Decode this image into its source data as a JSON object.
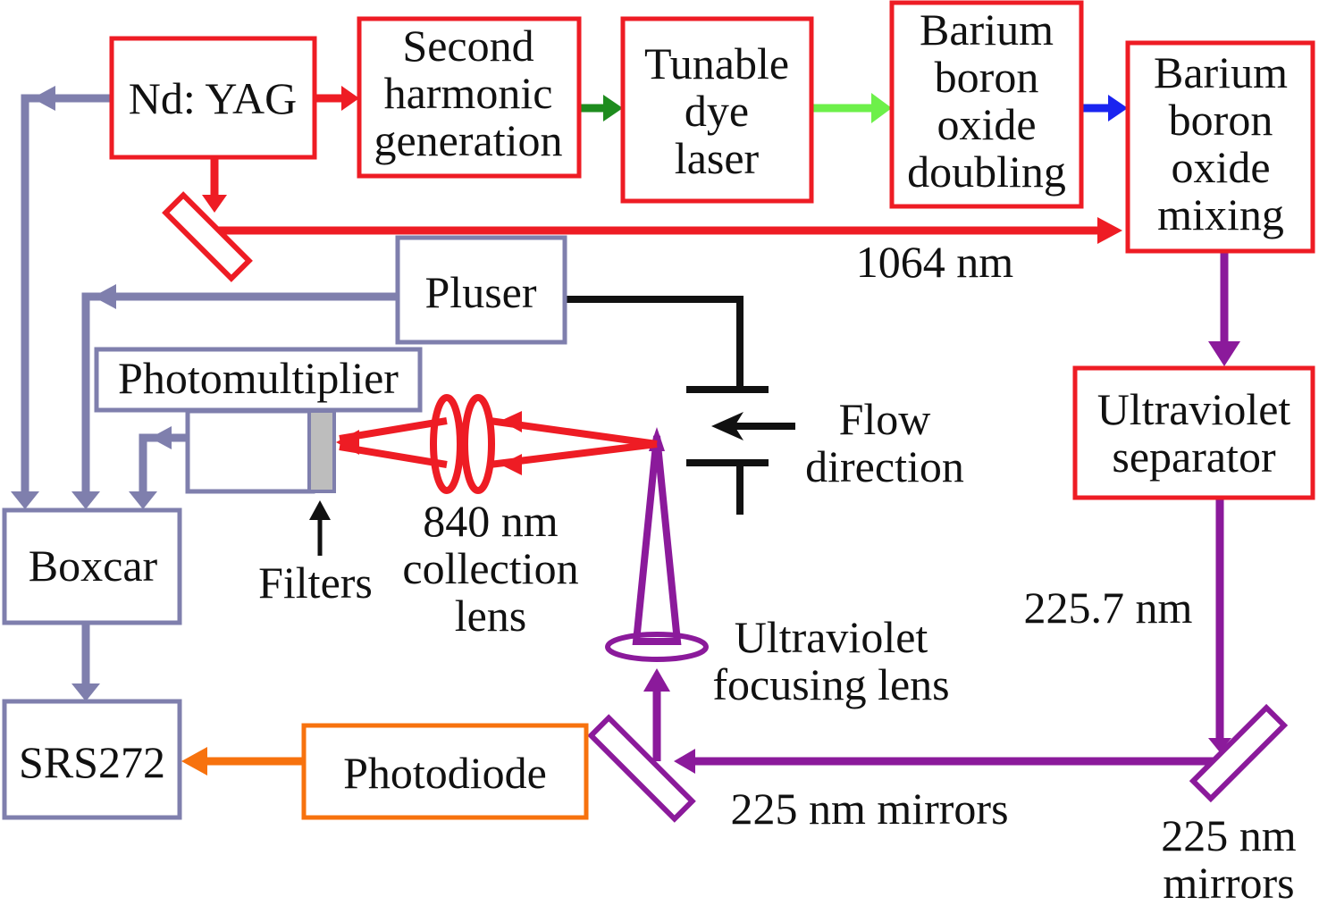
{
  "colors": {
    "red": "#ee1c24",
    "purple": "#8b1a9b",
    "slate": "#7f7fad",
    "orange": "#f7720e",
    "green": "#1e8c1e",
    "lightgreen": "#6df04a",
    "blue": "#1a24f0",
    "black": "#111111",
    "grey": "#bdbdbd"
  },
  "boxes": {
    "ndyag": [
      "Nd: YAG"
    ],
    "shg": [
      "Second",
      "harmonic",
      "generation"
    ],
    "dye": [
      "Tunable",
      "dye",
      "laser"
    ],
    "bbo_doubling": [
      "Barium",
      "boron",
      "oxide",
      "doubling"
    ],
    "bbo_mixing": [
      "Barium",
      "boron",
      "oxide",
      "mixing"
    ],
    "uv_separator": [
      "Ultraviolet",
      "separator"
    ],
    "pluser": [
      "Pluser"
    ],
    "photomultiplier": [
      "Photomultiplier"
    ],
    "boxcar": [
      "Boxcar"
    ],
    "srs272": [
      "SRS272"
    ],
    "photodiode": [
      "Photodiode"
    ]
  },
  "labels": {
    "nm1064": [
      "1064 nm"
    ],
    "flow": [
      "Flow",
      "direction"
    ],
    "nm225_7": [
      "225.7 nm"
    ],
    "collection": [
      "840 nm",
      "collection",
      "lens"
    ],
    "filters": [
      "Filters"
    ],
    "uv_focus": [
      "Ultraviolet",
      "focusing lens"
    ],
    "mirrors_bottom": [
      "225 nm mirrors"
    ],
    "mirrors_right": [
      "225 nm",
      "mirrors"
    ]
  }
}
